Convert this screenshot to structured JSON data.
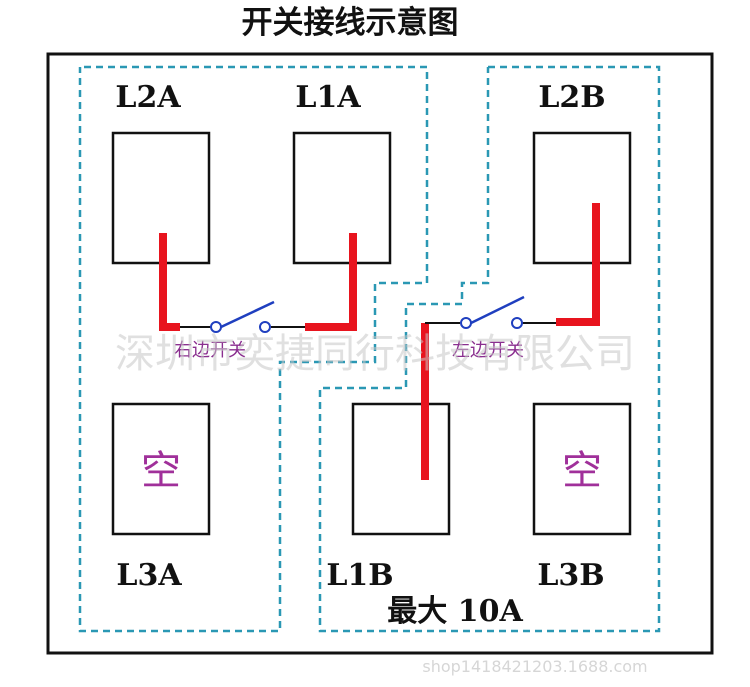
{
  "title": "开关接线示意图",
  "slots": {
    "l2a": "L2A",
    "l1a": "L1A",
    "l2b": "L2B",
    "l3a": "L3A",
    "l1b": "L1B",
    "l3b": "L3B"
  },
  "switch_labels": {
    "left": "右边开关",
    "right": "左边开关"
  },
  "empty_label": "空",
  "max_current": "最大 10A",
  "watermark": "深圳市奕捷同行科技有限公司",
  "watermark_url": "shop1418421203.1688.com",
  "colors": {
    "wire": "#e8141e",
    "switch": "#1f3fbf",
    "dashed": "#2a98b4",
    "frame": "#111111",
    "label_purple": "#8a2e8f"
  }
}
